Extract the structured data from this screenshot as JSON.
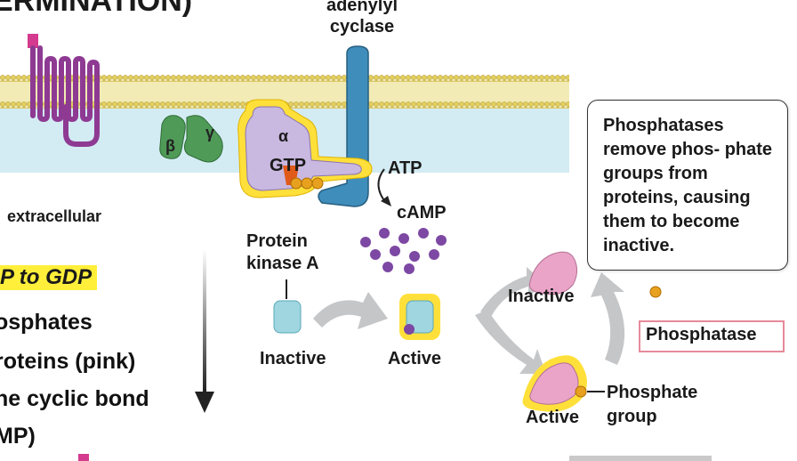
{
  "title": "ERMINATION)",
  "adenylyl_cyclase": [
    "adenylyl",
    "cyclase"
  ],
  "extracellular": "extracellular",
  "gtp_to_gdp": "P to GDP",
  "body_lines": [
    "osphates",
    "roteins (pink)",
    "he cyclic bond",
    "MP)"
  ],
  "g_protein": {
    "alpha": "α",
    "beta": "β",
    "gamma": "γ",
    "gtp": "GTP"
  },
  "atp": "ATP",
  "camp": "cAMP",
  "protein_kinase": [
    "Protein",
    "kinase A"
  ],
  "pka_inactive": "Inactive",
  "pka_active": "Active",
  "cycle_inactive": "Inactive",
  "cycle_active": "Active",
  "phosphate_group": [
    "Phosphate",
    "group"
  ],
  "callout": "Phosphatases remove phos- phate groups from proteins, causing them to become inactive.",
  "phosphatase": "Phosphatase",
  "colors": {
    "membrane_head": "#e4cf5f",
    "membrane_tail": "#f2ebb5",
    "cytoplasm": "#d3ecf3",
    "receptor": "#8e3a93",
    "adenylyl": "#3f8dbb",
    "g_beta_gamma": "#4f9a57",
    "g_alpha": "#c9b8e0",
    "gtp": "#e8a11f",
    "camp": "#7d48a3",
    "pka": "#9fd6e0",
    "phospho_protein": "#eaa4c8",
    "phosphatase_border": "#e58a9a",
    "arrow": "#c4c6c8"
  }
}
